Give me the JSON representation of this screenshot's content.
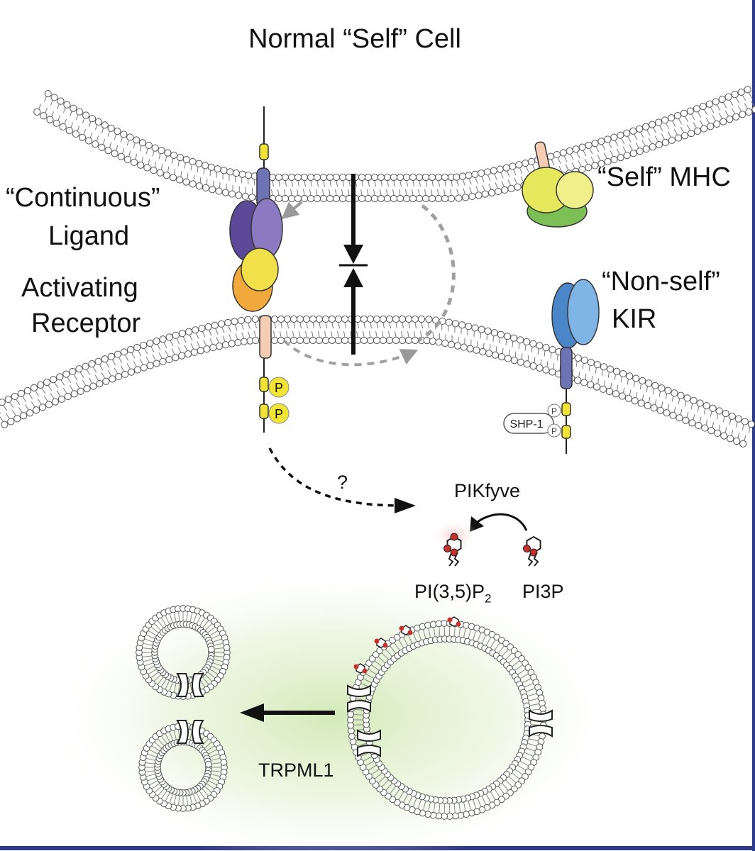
{
  "title": "Normal “Self” Cell",
  "labels": {
    "continuous_line1": "“Continuous”",
    "continuous_line2": "Ligand",
    "activating_line1": "Activating",
    "activating_line2": "Receptor",
    "self_mhc": "“Self” MHC",
    "nonself_line1": "“Non-self”",
    "nonself_line2": "KIR",
    "question": "?",
    "pikfyve": "PIKfyve",
    "pi35p2": "PI(3,5)P",
    "pi35p2_sub": "2",
    "pi3p": "PI3P",
    "trpml1": "TRPML1",
    "shp1": "SHP-1",
    "phospho": "P"
  },
  "colors": {
    "receptor_purple": "#6b5aa6",
    "receptor_yellow": "#f2e04a",
    "receptor_orange": "#f2a93b",
    "stalk_peach": "#f6cdb4",
    "mhc_yellow": "#e4e85a",
    "mhc_green": "#7cc055",
    "kir_blue": "#5f9bd6",
    "kir_stem": "#6e73b6",
    "phospho_yellow": "#f2e435",
    "headgroup_red": "#c6312c",
    "glow_green": "#cfe8b0",
    "frame_navy": "#2e3a8c"
  }
}
